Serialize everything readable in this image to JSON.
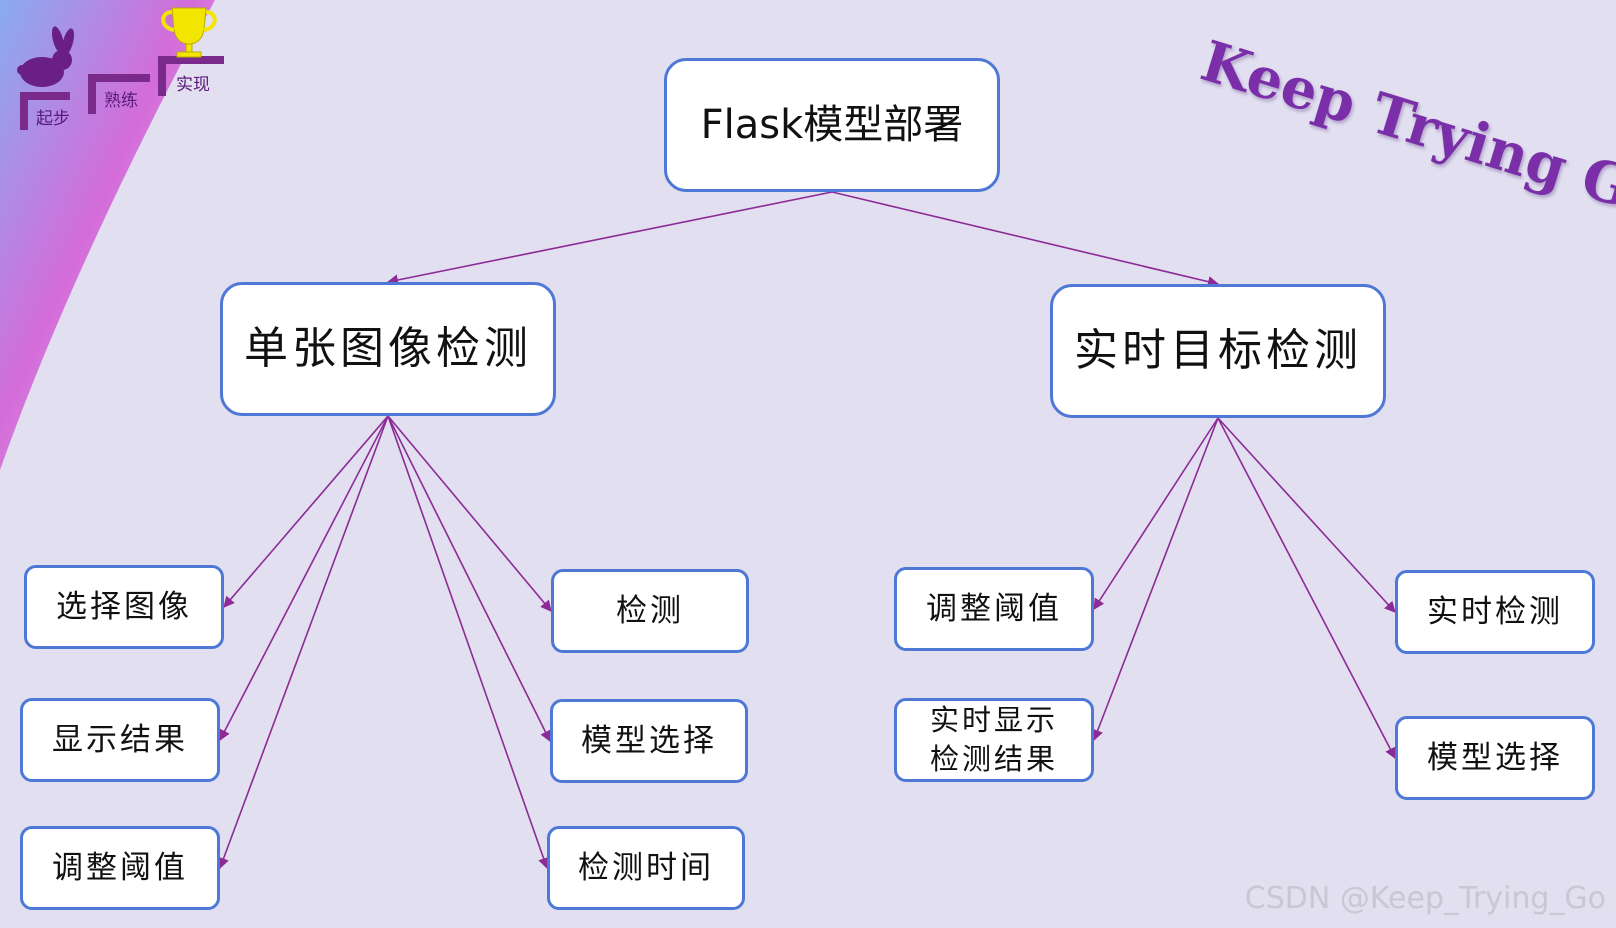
{
  "root": {
    "label": "Flask模型部署"
  },
  "branches": [
    {
      "label": "单张图像检测",
      "children": [
        "选择图像",
        "显示结果",
        "调整阈值",
        "检测",
        "模型选择",
        "检测时间"
      ]
    },
    {
      "label": "实时目标检测",
      "children": [
        "调整阈值",
        "实时显示检测结果",
        "实时检测",
        "模型选择"
      ]
    }
  ],
  "logo": {
    "steps": [
      "起步",
      "熟练",
      "实现"
    ]
  },
  "watermark": "Keep Trying Go",
  "footer": "CSDN @Keep_Trying_Go",
  "colors": {
    "background": "#e1dff0",
    "node_border": "#4e77d6",
    "connector": "#8c2a96",
    "watermark": "#7a2fa8",
    "logo_purple": "#7a2a8a",
    "trophy": "#f2e600"
  }
}
